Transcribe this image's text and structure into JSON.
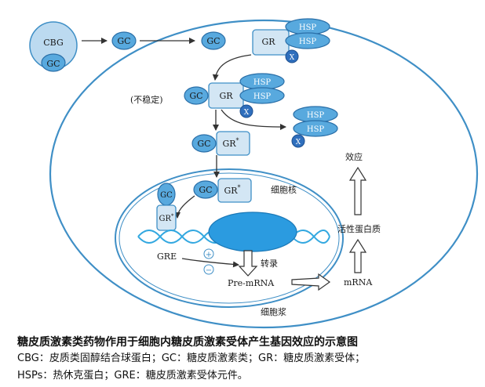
{
  "labels": {
    "cbg": "CBG",
    "gc": "GC",
    "gr": "GR",
    "gr_star": "GR",
    "star": "*",
    "hsp": "HSP",
    "x": "X",
    "unstable": "(不稳定)",
    "nucleus": "细胞核",
    "cytoplasm": "细胞浆",
    "gre": "GRE",
    "plus": "+",
    "minus": "−",
    "transcription": "转录",
    "pre_mrna": "Pre-mRNA",
    "mrna": "mRNA",
    "active_protein": "活性蛋白质",
    "effect": "效应"
  },
  "caption": {
    "title": "糖皮质激素类药物作用于细胞内糖皮质激素受体产生基因效应的示意图",
    "line1": "CBG：皮质类固醇结合球蛋白；GC：糖皮质激素类；GR：糖皮质激素受体；",
    "line2": "HSPs：热休克蛋白；GRE：糖皮质激素受体元件。"
  },
  "colors": {
    "membrane": "#3f8fc6",
    "fill_light": "#d3e6f4",
    "fill_blue": "#58a9de",
    "x_blue": "#2f6fbd",
    "nucleolus": "#2b9be0",
    "dna": "#33a8e0",
    "text": "#1a1a1a"
  }
}
